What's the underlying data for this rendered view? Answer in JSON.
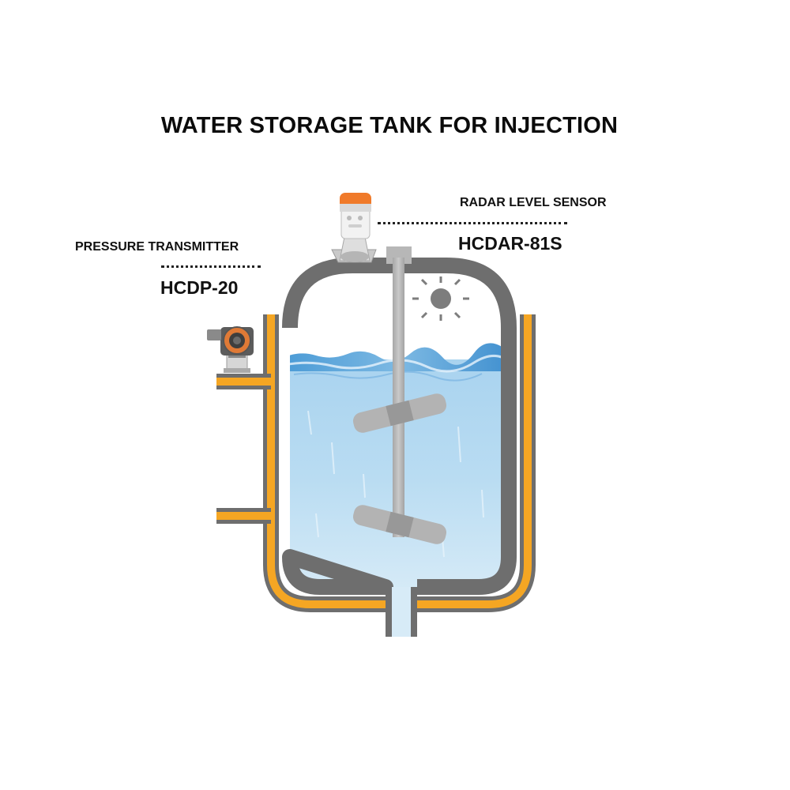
{
  "title": "WATER STORAGE TANK FOR INJECTION",
  "radar_sensor": {
    "label": "RADAR LEVEL SENSOR",
    "model": "HCDAR-81S"
  },
  "pressure_transmitter": {
    "label": "PRESSURE TRANSMITTER",
    "model": "HCDP-20"
  },
  "colors": {
    "tank_wall": "#6e6e6e",
    "jacket": "#f5a623",
    "water": "#8fc3e6",
    "water_surface": "#3d8fd0",
    "shaft": "#b8b8b8",
    "sensor_cap": "#f07a2a"
  }
}
